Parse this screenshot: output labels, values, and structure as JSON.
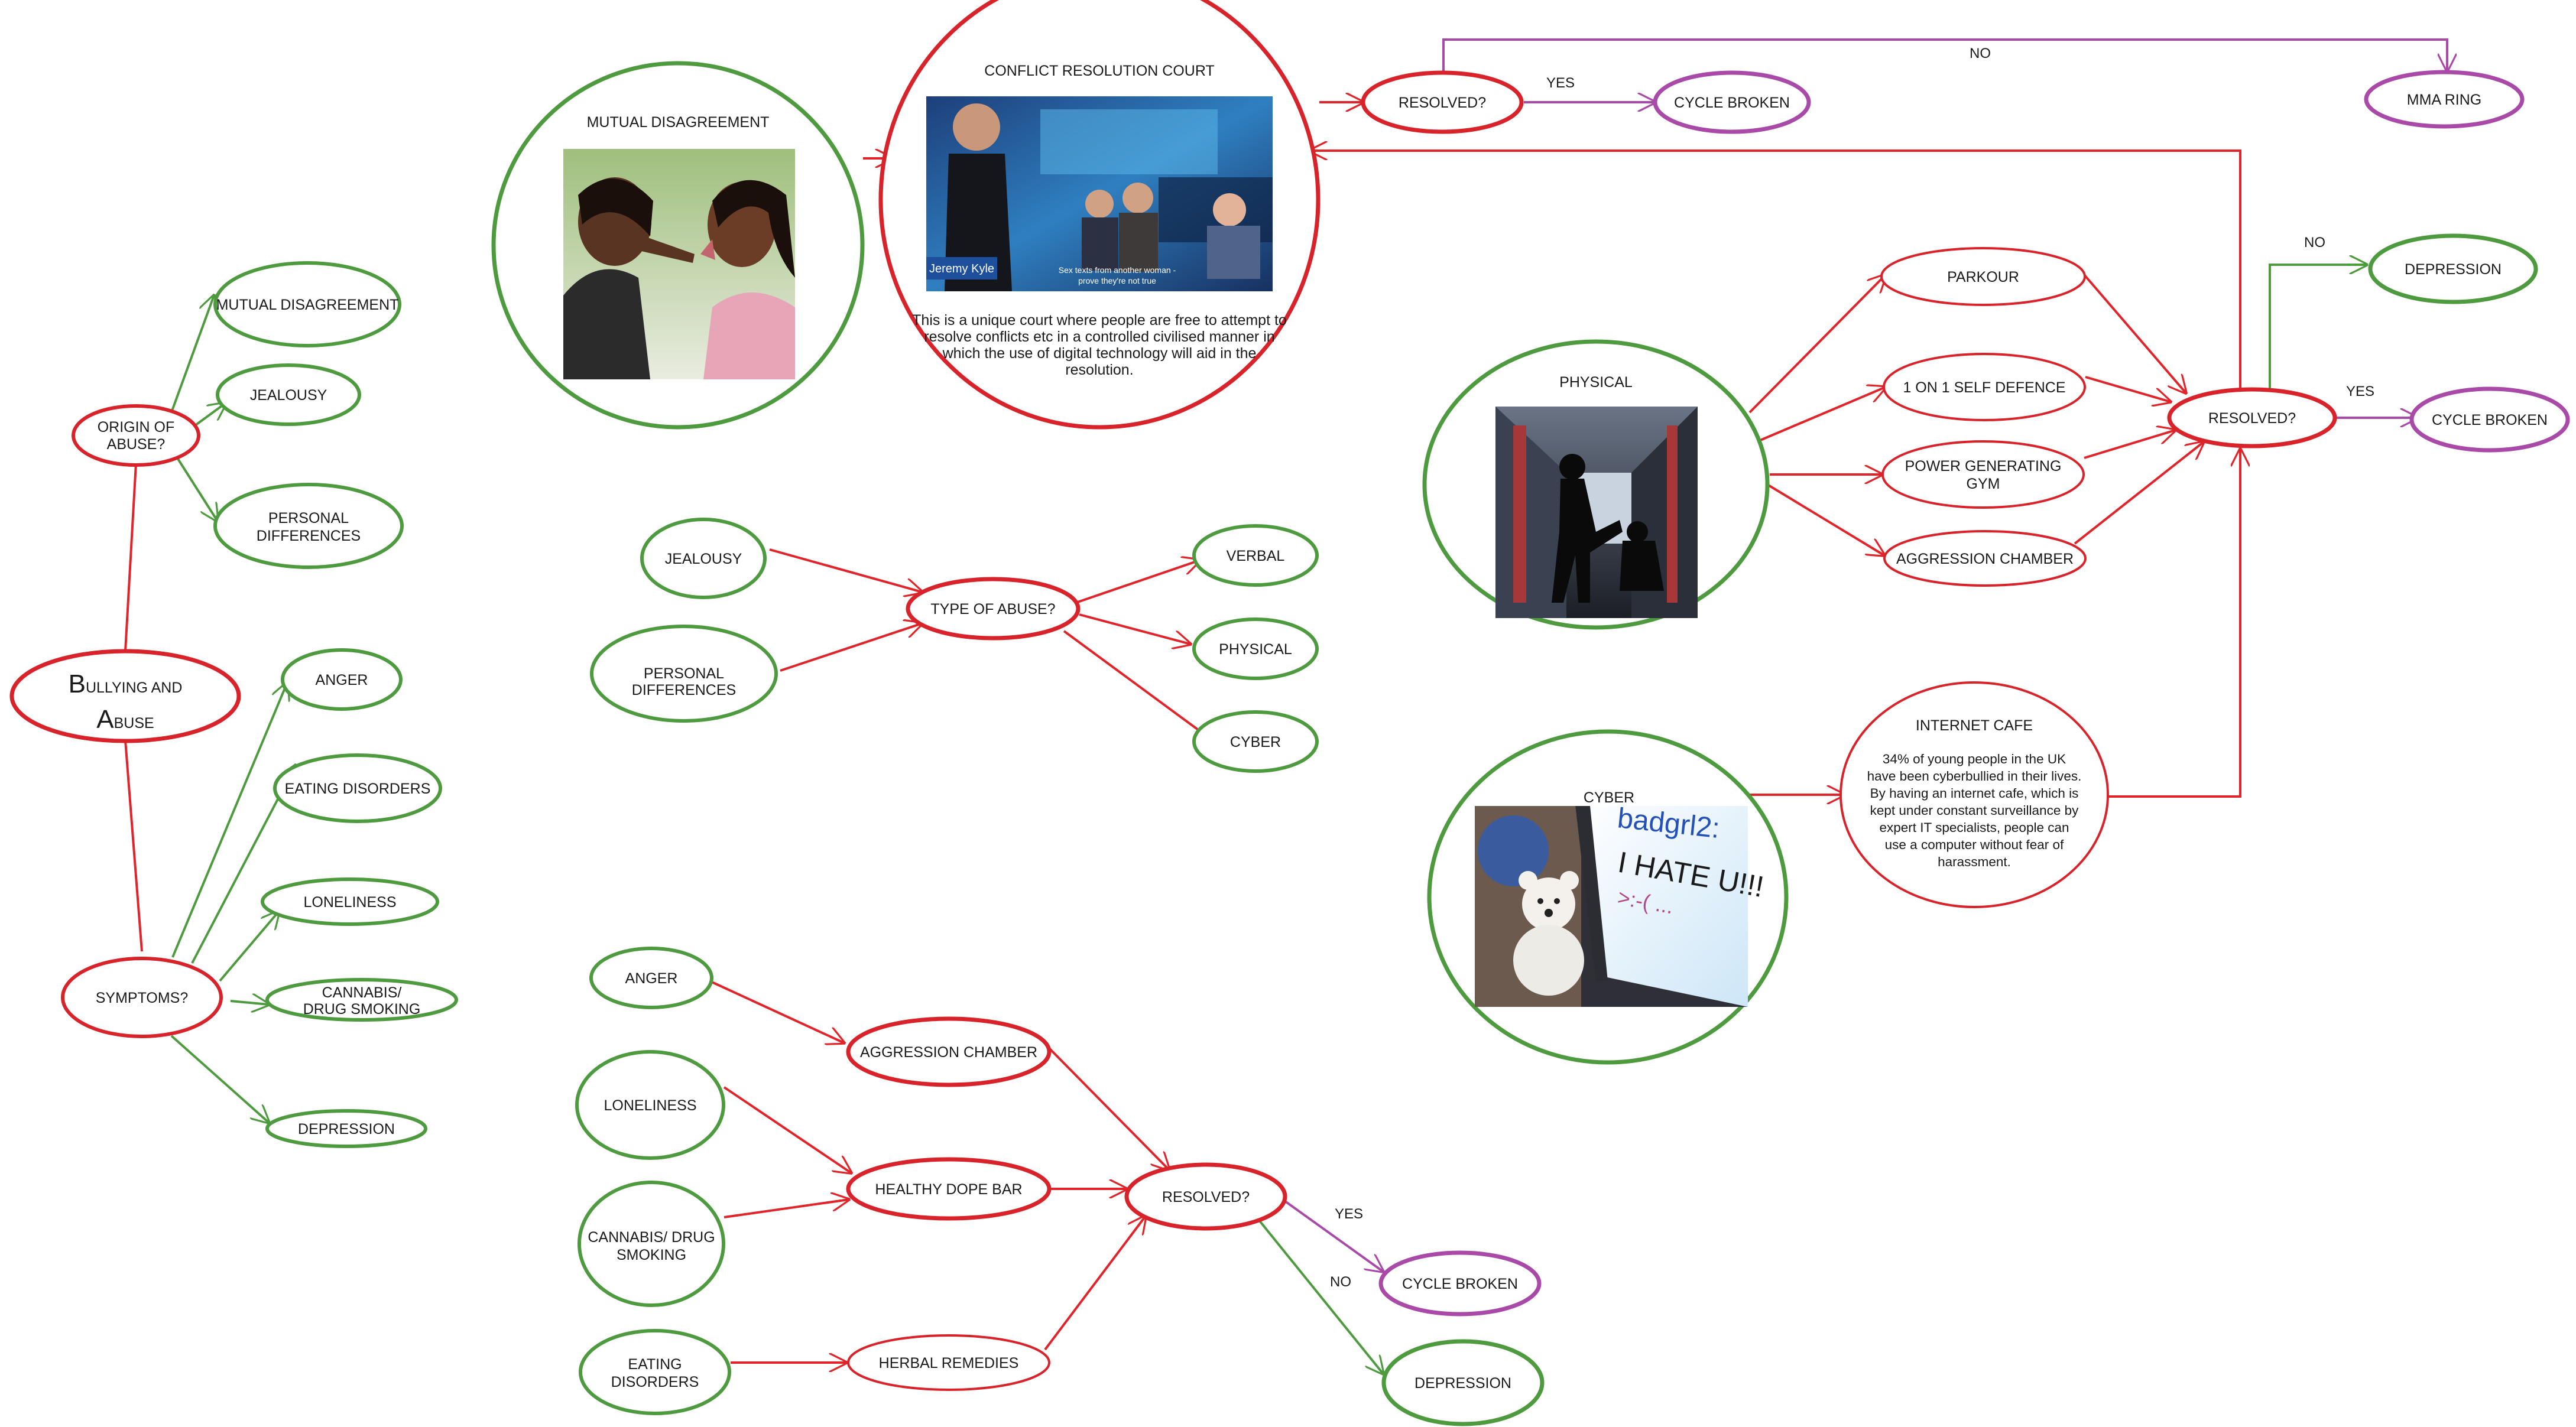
{
  "colors": {
    "red": "#d8232a",
    "green": "#4e9a3f",
    "purple": "#a94aa8",
    "line_red": "#e0242a",
    "line_green": "#4e9a3f",
    "line_purple": "#a94aa8"
  },
  "root": {
    "line1_cap": "B",
    "line1_rest": "ULLYING AND",
    "line2_cap": "A",
    "line2_rest": "BUSE"
  },
  "origin": {
    "label": [
      "ORIGIN OF",
      "ABUSE?"
    ],
    "items": [
      "MUTUAL DISAGREEMENT",
      "JEALOUSY",
      "PERSONAL DIFFERENCES"
    ]
  },
  "symptoms": {
    "label": "SYMPTOMS?",
    "items": [
      "ANGER",
      "EATING DISORDERS",
      "LONELINESS",
      "CANNABIS/ DRUG SMOKING",
      "DEPRESSION"
    ]
  },
  "mutual": {
    "title": "MUTUAL DISAGREEMENT",
    "photo_icon": "two-women-arguing-photo"
  },
  "court": {
    "title": "CONFLICT RESOLUTION COURT",
    "photo_icon": "tv-studio-court-photo",
    "caption_lines": [
      "Jeremy Kyle",
      "Sex texts from another woman -",
      "prove they're not true"
    ],
    "text_lines": [
      "This is a unique court where people are free to attempt to",
      "resolve conflicts etc in a controlled civilised manner in",
      "which the use of digital technology will aid in the",
      "resolution."
    ]
  },
  "resolved_top": {
    "label": "RESOLVED?",
    "yes": "YES",
    "no": "NO",
    "cycle": "CYCLE BROKEN",
    "mma": "MMA RING"
  },
  "type_of_abuse": {
    "label": "TYPE OF ABUSE?",
    "inputs": [
      "JEALOUSY",
      "PERSONAL DIFFERENCES"
    ],
    "outputs": [
      "VERBAL",
      "PHYSICAL",
      "CYBER"
    ]
  },
  "physical": {
    "title": "PHYSICAL",
    "photo_icon": "school-corridor-bullying-photo",
    "options": [
      "PARKOUR",
      "1 ON 1 SELF DEFENCE",
      "POWER GENERATING GYM",
      "AGGRESSION CHAMBER"
    ]
  },
  "resolved_right": {
    "label": "RESOLVED?",
    "yes": "YES",
    "no": "NO",
    "depression": "DEPRESSION",
    "cycle": "CYCLE BROKEN"
  },
  "cyber": {
    "title": "CYBER",
    "photo_icon": "cyberbully-screen-photo",
    "screen_lines": [
      "badgrl2:",
      "I HATE U!!!",
      ">:-( ..."
    ]
  },
  "internet_cafe": {
    "title": "INTERNET CAFE",
    "text_lines": [
      "34% of young people in the UK",
      "have been cyberbullied  in their lives.",
      "By having an internet cafe, which is",
      "kept under constant surveillance by",
      "expert IT specialists, people can",
      "use a computer without fear of",
      "harassment."
    ]
  },
  "bottom": {
    "inputs": [
      "ANGER",
      "LONELINESS",
      "CANNABIS/ DRUG SMOKING",
      "EATING DISORDERS"
    ],
    "middle": [
      "AGGRESSION CHAMBER",
      "HEALTHY DOPE BAR",
      "HERBAL REMEDIES"
    ],
    "resolved": "RESOLVED?",
    "yes": "YES",
    "no": "NO",
    "cycle": "CYCLE BROKEN",
    "depression": "DEPRESSION"
  }
}
